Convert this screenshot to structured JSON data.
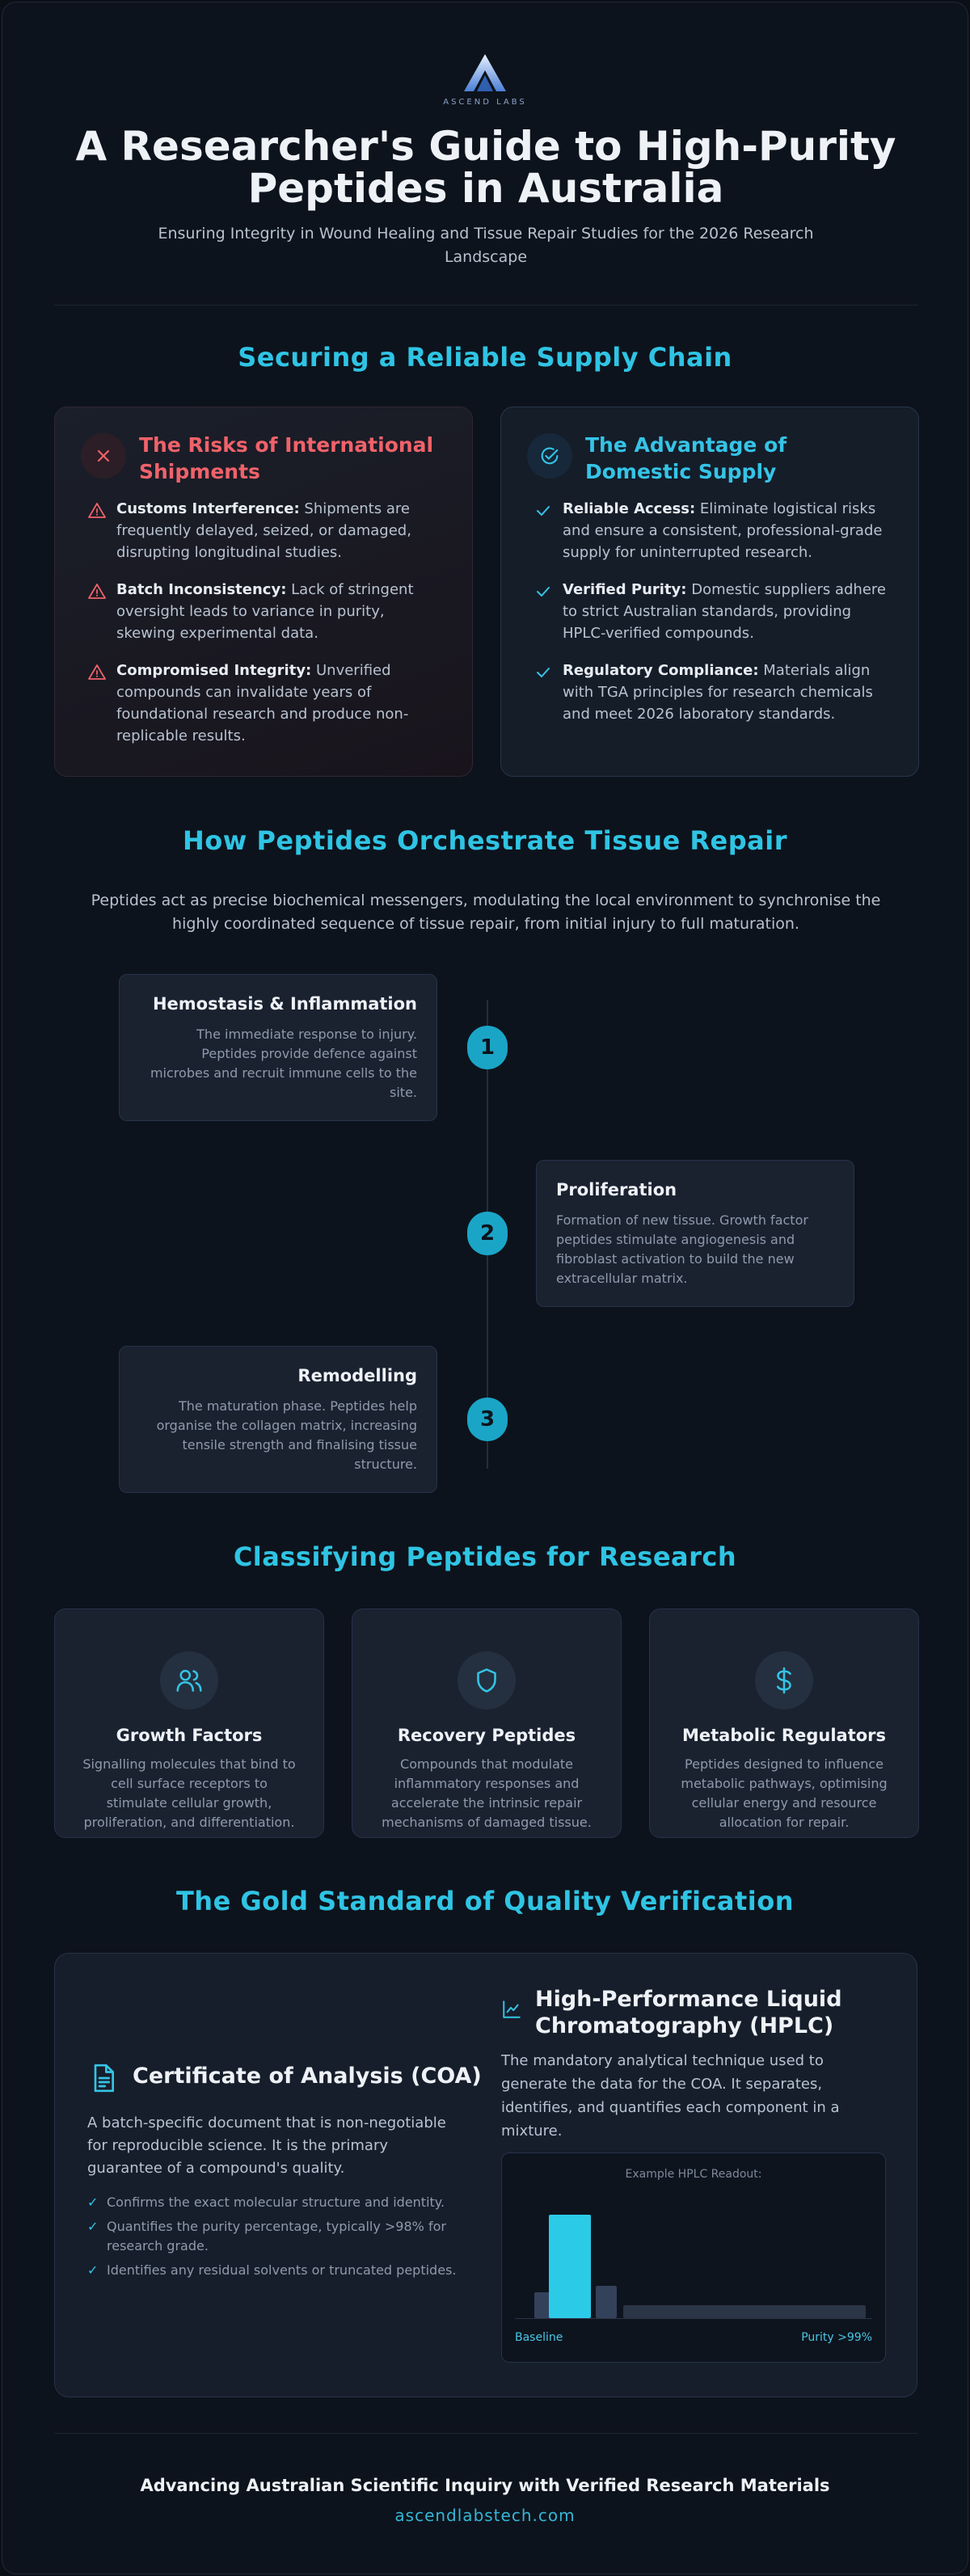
{
  "brand": {
    "logo_text": "ASCEND LABS"
  },
  "header": {
    "title": "A Researcher's Guide to High-Purity Peptides in Australia",
    "subtitle": "Ensuring Integrity in Wound Healing and Tissue Repair Studies for the 2026 Research Landscape"
  },
  "supply": {
    "title": "Securing a Reliable Supply Chain",
    "risks": {
      "title": "The Risks of International Shipments",
      "items": [
        {
          "label": "Customs Interference:",
          "text": " Shipments are frequently delayed, seized, or damaged, disrupting longitudinal studies."
        },
        {
          "label": "Batch Inconsistency:",
          "text": " Lack of stringent oversight leads to variance in purity, skewing experimental data."
        },
        {
          "label": "Compromised Integrity:",
          "text": " Unverified compounds can invalidate years of foundational research and produce non-replicable results."
        }
      ]
    },
    "advantage": {
      "title": "The Advantage of Domestic Supply",
      "items": [
        {
          "label": "Reliable Access:",
          "text": " Eliminate logistical risks and ensure a consistent, professional-grade supply for uninterrupted research."
        },
        {
          "label": "Verified Purity:",
          "text": " Domestic suppliers adhere to strict Australian standards, providing HPLC-verified compounds."
        },
        {
          "label": "Regulatory Compliance:",
          "text": " Materials align with TGA principles for research chemicals and meet 2026 laboratory standards."
        }
      ]
    }
  },
  "repair": {
    "title": "How Peptides Orchestrate Tissue Repair",
    "intro": "Peptides act as precise biochemical messengers, modulating the local environment to synchronise the highly coordinated sequence of tissue repair, from initial injury to full maturation.",
    "steps": [
      {
        "number": "1",
        "title": "Hemostasis & Inflammation",
        "text": "The immediate response to injury. Peptides provide defence against microbes and recruit immune cells to the site."
      },
      {
        "number": "2",
        "title": "Proliferation",
        "text": "Formation of new tissue. Growth factor peptides stimulate angiogenesis and fibroblast activation to build the new extracellular matrix."
      },
      {
        "number": "3",
        "title": "Remodelling",
        "text": "The maturation phase. Peptides help organise the collagen matrix, increasing tensile strength and finalising tissue structure."
      }
    ]
  },
  "classify": {
    "title": "Classifying Peptides for Research",
    "cards": [
      {
        "icon": "users-icon",
        "title": "Growth Factors",
        "text": "Signalling molecules that bind to cell surface receptors to stimulate cellular growth, proliferation, and differentiation."
      },
      {
        "icon": "shield-icon",
        "title": "Recovery Peptides",
        "text": "Compounds that modulate inflammatory responses and accelerate the intrinsic repair mechanisms of damaged tissue."
      },
      {
        "icon": "dollar-icon",
        "title": "Metabolic Regulators",
        "text": "Peptides designed to influence metabolic pathways, optimising cellular energy and resource allocation for repair."
      }
    ]
  },
  "quality": {
    "title": "The Gold Standard of Quality Verification",
    "coa": {
      "title": "Certificate of Analysis (COA)",
      "text": "A batch-specific document that is non-negotiable for reproducible science. It is the primary guarantee of a compound's quality.",
      "checks": [
        "Confirms the exact molecular structure and identity.",
        "Quantifies the purity percentage, typically >98% for research grade.",
        "Identifies any residual solvents or truncated peptides."
      ]
    },
    "hplc": {
      "title": "High-Performance Liquid Chromatography (HPLC)",
      "text": "The mandatory analytical technique used to generate the data for the COA. It separates, identifies, and quantifies each component in a mixture.",
      "readout_title": "Example HPLC Readout:",
      "baseline_label": "Baseline",
      "purity_label": "Purity >99%"
    }
  },
  "footer": {
    "title": "Advancing Australian Scientific Inquiry with Verified Research Materials",
    "link": "ascendlabstech.com"
  },
  "colors": {
    "accent": "#2fc4e4",
    "risk": "#f0626a",
    "background": "#0d131c"
  }
}
